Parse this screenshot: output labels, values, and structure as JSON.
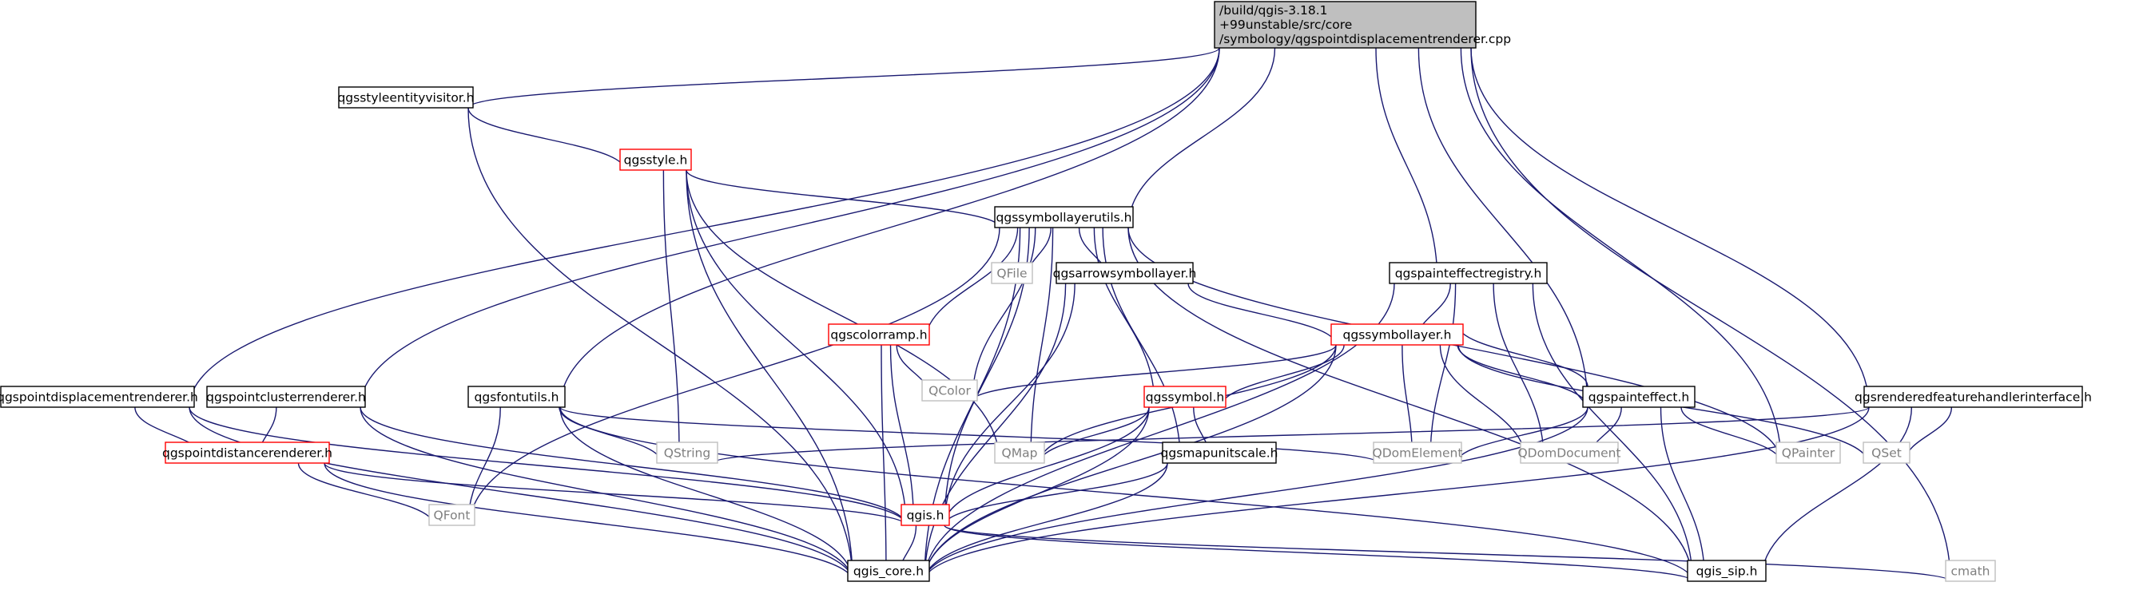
{
  "graph": {
    "nodes": [
      {
        "id": "root",
        "lines": [
          "/build/qgis-3.18.1",
          "+99unstable/src/core",
          "/symbology/qgspointdisplacementrenderer.cpp"
        ],
        "style": "root"
      },
      {
        "id": "styleentityvisitor",
        "lines": [
          "qgsstyleentityvisitor.h"
        ],
        "style": "normal"
      },
      {
        "id": "style",
        "lines": [
          "qgsstyle.h"
        ],
        "style": "red"
      },
      {
        "id": "symbollayerutils",
        "lines": [
          "qgssymbollayerutils.h"
        ],
        "style": "normal"
      },
      {
        "id": "qfile",
        "lines": [
          "QFile"
        ],
        "style": "gray"
      },
      {
        "id": "arrowsymbollayer",
        "lines": [
          "qgsarrowsymbollayer.h"
        ],
        "style": "normal"
      },
      {
        "id": "painteffectregistry",
        "lines": [
          "qgspainteffectregistry.h"
        ],
        "style": "normal"
      },
      {
        "id": "colorramp",
        "lines": [
          "qgscolorramp.h"
        ],
        "style": "red"
      },
      {
        "id": "symbollayer",
        "lines": [
          "qgssymbollayer.h"
        ],
        "style": "red"
      },
      {
        "id": "qcolor",
        "lines": [
          "QColor"
        ],
        "style": "gray"
      },
      {
        "id": "pointdisplacementrenderer",
        "lines": [
          "qgspointdisplacementrenderer.h"
        ],
        "style": "normal"
      },
      {
        "id": "pointclusterrenderer",
        "lines": [
          "qgspointclusterrenderer.h"
        ],
        "style": "normal"
      },
      {
        "id": "fontutils",
        "lines": [
          "qgsfontutils.h"
        ],
        "style": "normal"
      },
      {
        "id": "symbol",
        "lines": [
          "qgssymbol.h"
        ],
        "style": "red"
      },
      {
        "id": "painteffect",
        "lines": [
          "qgspainteffect.h"
        ],
        "style": "normal"
      },
      {
        "id": "renderedfeaturehandler",
        "lines": [
          "qgsrenderedfeaturehandlerinterface.h"
        ],
        "style": "normal"
      },
      {
        "id": "qstring",
        "lines": [
          "QString"
        ],
        "style": "gray"
      },
      {
        "id": "qmap",
        "lines": [
          "QMap"
        ],
        "style": "gray"
      },
      {
        "id": "mapunitscale",
        "lines": [
          "qgsmapunitscale.h"
        ],
        "style": "normal"
      },
      {
        "id": "qdomelement",
        "lines": [
          "QDomElement"
        ],
        "style": "gray"
      },
      {
        "id": "qdomdocument",
        "lines": [
          "QDomDocument"
        ],
        "style": "gray"
      },
      {
        "id": "qpainter",
        "lines": [
          "QPainter"
        ],
        "style": "gray"
      },
      {
        "id": "qset",
        "lines": [
          "QSet"
        ],
        "style": "gray"
      },
      {
        "id": "pointdistancerenderer",
        "lines": [
          "qgspointdistancerenderer.h"
        ],
        "style": "red"
      },
      {
        "id": "qfont",
        "lines": [
          "QFont"
        ],
        "style": "gray"
      },
      {
        "id": "qgis",
        "lines": [
          "qgis.h"
        ],
        "style": "red"
      },
      {
        "id": "qgiscore",
        "lines": [
          "qgis_core.h"
        ],
        "style": "normal"
      },
      {
        "id": "qgissip",
        "lines": [
          "qgis_sip.h"
        ],
        "style": "normal"
      },
      {
        "id": "cmath",
        "lines": [
          "cmath"
        ],
        "style": "gray"
      }
    ],
    "edges": [
      [
        "root",
        "styleentityvisitor"
      ],
      [
        "root",
        "symbollayerutils"
      ],
      [
        "root",
        "painteffectregistry"
      ],
      [
        "root",
        "pointdisplacementrenderer"
      ],
      [
        "root",
        "pointclusterrenderer"
      ],
      [
        "root",
        "fontutils"
      ],
      [
        "root",
        "painteffect"
      ],
      [
        "root",
        "renderedfeaturehandler"
      ],
      [
        "root",
        "qpainter"
      ],
      [
        "root",
        "cmath"
      ],
      [
        "styleentityvisitor",
        "style"
      ],
      [
        "styleentityvisitor",
        "qgiscore"
      ],
      [
        "style",
        "symbollayerutils"
      ],
      [
        "style",
        "qstring"
      ],
      [
        "style",
        "qmap"
      ],
      [
        "style",
        "qgis"
      ],
      [
        "style",
        "qgiscore"
      ],
      [
        "symbollayerutils",
        "qfile"
      ],
      [
        "symbollayerutils",
        "arrowsymbollayer"
      ],
      [
        "symbollayerutils",
        "colorramp"
      ],
      [
        "symbollayerutils",
        "qcolor"
      ],
      [
        "symbollayerutils",
        "symbol"
      ],
      [
        "symbollayerutils",
        "qmap"
      ],
      [
        "symbollayerutils",
        "mapunitscale"
      ],
      [
        "symbollayerutils",
        "qfont"
      ],
      [
        "symbollayerutils",
        "qgis"
      ],
      [
        "symbollayerutils",
        "qgiscore"
      ],
      [
        "symbollayerutils",
        "qgissip"
      ],
      [
        "symbollayerutils",
        "qpainter"
      ],
      [
        "arrowsymbollayer",
        "symbollayer"
      ],
      [
        "arrowsymbollayer",
        "qgis"
      ],
      [
        "arrowsymbollayer",
        "qgiscore"
      ],
      [
        "painteffectregistry",
        "symbollayer"
      ],
      [
        "painteffectregistry",
        "qdomelement"
      ],
      [
        "painteffectregistry",
        "qdomdocument"
      ],
      [
        "painteffectregistry",
        "qgiscore"
      ],
      [
        "painteffectregistry",
        "qgissip"
      ],
      [
        "colorramp",
        "qcolor"
      ],
      [
        "colorramp",
        "qgis"
      ],
      [
        "colorramp",
        "qgiscore"
      ],
      [
        "symbollayer",
        "qcolor"
      ],
      [
        "symbollayer",
        "symbol"
      ],
      [
        "symbollayer",
        "qmap"
      ],
      [
        "symbollayer",
        "painteffect"
      ],
      [
        "symbollayer",
        "qdomelement"
      ],
      [
        "symbollayer",
        "qdomdocument"
      ],
      [
        "symbollayer",
        "qset"
      ],
      [
        "symbollayer",
        "qgiscore"
      ],
      [
        "painteffect",
        "symbollayer"
      ],
      [
        "painteffect",
        "qdomelement"
      ],
      [
        "painteffect",
        "qdomdocument"
      ],
      [
        "painteffect",
        "qpainter"
      ],
      [
        "painteffect",
        "qgissip"
      ],
      [
        "painteffect",
        "qgiscore"
      ],
      [
        "pointdisplacementrenderer",
        "pointdistancerenderer"
      ],
      [
        "pointdisplacementrenderer",
        "qgis"
      ],
      [
        "pointdisplacementrenderer",
        "qgiscore"
      ],
      [
        "pointclusterrenderer",
        "pointdistancerenderer"
      ],
      [
        "pointclusterrenderer",
        "qgis"
      ],
      [
        "pointclusterrenderer",
        "qgiscore"
      ],
      [
        "pointdistancerenderer",
        "qfont"
      ],
      [
        "pointdistancerenderer",
        "qgis"
      ],
      [
        "pointdistancerenderer",
        "qgiscore"
      ],
      [
        "fontutils",
        "qstring"
      ],
      [
        "fontutils",
        "qdomelement"
      ],
      [
        "fontutils",
        "qfont"
      ],
      [
        "fontutils",
        "qgiscore"
      ],
      [
        "fontutils",
        "qgissip"
      ],
      [
        "symbol",
        "qmap"
      ],
      [
        "symbol",
        "mapunitscale"
      ],
      [
        "symbol",
        "qgis"
      ],
      [
        "symbol",
        "qgiscore"
      ],
      [
        "mapunitscale",
        "qgis"
      ],
      [
        "mapunitscale",
        "qgiscore"
      ],
      [
        "renderedfeaturehandler",
        "qstring"
      ],
      [
        "renderedfeaturehandler",
        "qset"
      ],
      [
        "renderedfeaturehandler",
        "qgiscore"
      ],
      [
        "renderedfeaturehandler",
        "qgissip"
      ],
      [
        "qgis",
        "qgiscore"
      ],
      [
        "qgis",
        "qgissip"
      ],
      [
        "qgis",
        "cmath"
      ]
    ]
  },
  "colors": {
    "edge": "#191970",
    "normal_border": "#000000",
    "red_border": "#ff0000",
    "gray_border": "#bfbfbf",
    "gray_text": "#7f7f7f",
    "root_fill": "#bfbfbf"
  }
}
